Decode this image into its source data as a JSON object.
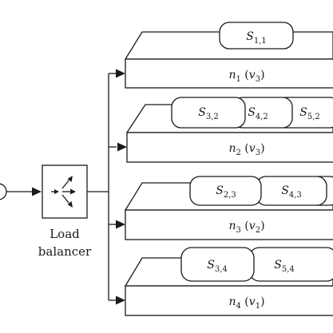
{
  "load_balancer": {
    "line1": "Load",
    "line2": "balancer"
  },
  "nodes": [
    {
      "n": "n",
      "n_sub": "1",
      "v": "v",
      "v_sub": "3",
      "services": [
        {
          "s": "S",
          "sub": "1,1"
        }
      ]
    },
    {
      "n": "n",
      "n_sub": "2",
      "v": "v",
      "v_sub": "3",
      "services": [
        {
          "s": "S",
          "sub": "3,2"
        },
        {
          "s": "S",
          "sub": "4,2"
        },
        {
          "s": "S",
          "sub": "5,2"
        }
      ]
    },
    {
      "n": "n",
      "n_sub": "3",
      "v": "v",
      "v_sub": "2",
      "services": [
        {
          "s": "S",
          "sub": "2,3"
        },
        {
          "s": "S",
          "sub": "4,3"
        }
      ]
    },
    {
      "n": "n",
      "n_sub": "4",
      "v": "v",
      "v_sub": "1",
      "services": [
        {
          "s": "S",
          "sub": "3,4"
        },
        {
          "s": "S",
          "sub": "5,4"
        }
      ]
    }
  ],
  "colors": {
    "stroke": "#1a1a1a",
    "background": "#ffffff"
  }
}
